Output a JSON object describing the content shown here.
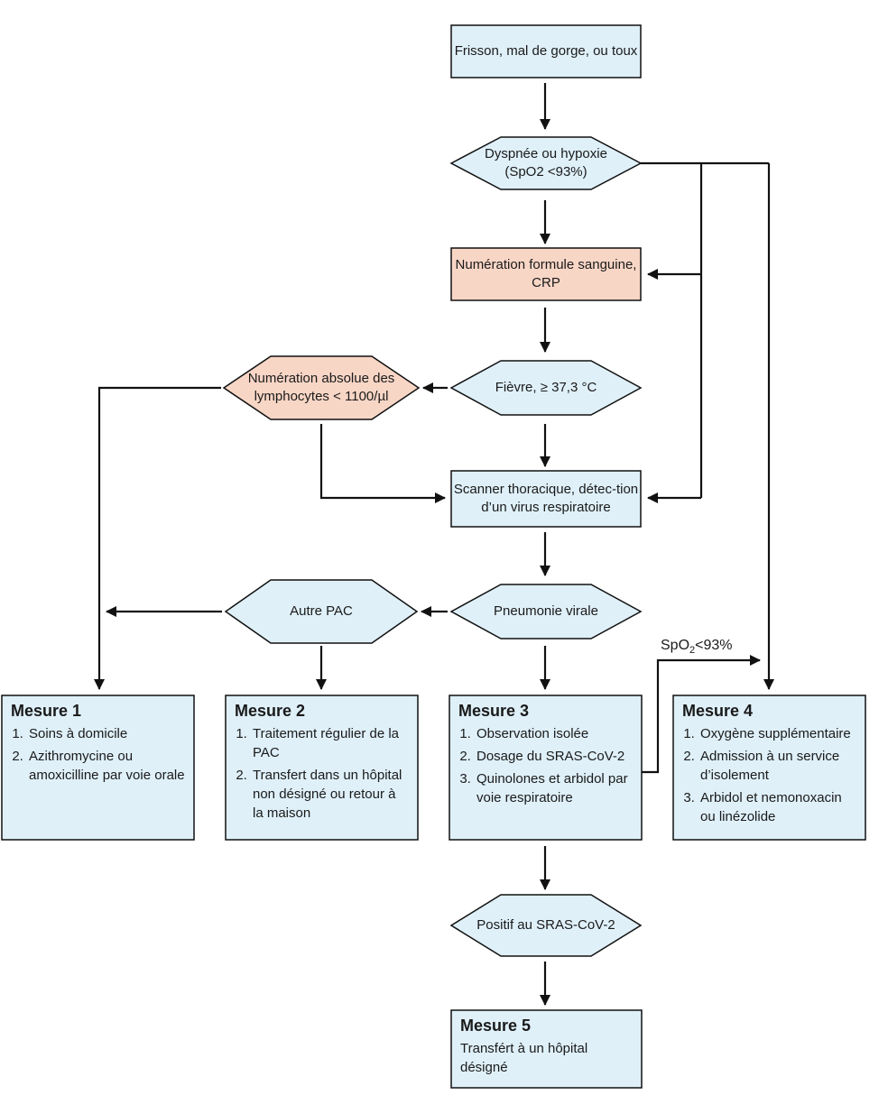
{
  "colors": {
    "blue_fill": "#dff0f9",
    "orange_fill": "#f8d6c6",
    "stroke": "#111111"
  },
  "nodes": {
    "symptoms": "Frisson, mal de gorge, ou toux",
    "dyspnea": "Dyspnée ou hypoxie (SpO2 <93%)",
    "blood_count": "Numération formule sanguine, CRP",
    "lymphocytes": "Numération absolue des lymphocytes < 1100/µl",
    "fever": "Fièvre, ≥ 37,3 °C",
    "ct_scan": "Scanner thoracique, détec-tion d’un virus respiratoire",
    "other_cap": "Autre PAC",
    "viral_pneumonia": "Pneumonie virale",
    "positive_sars": "Positif au SRAS-CoV-2"
  },
  "edge_label": {
    "prefix": "SpO",
    "sub": "2",
    "suffix": "<93%"
  },
  "measures": [
    {
      "title": "Mesure 1",
      "items": [
        "Soins à domicile",
        "Azithromycine ou amoxicilline par voie orale"
      ]
    },
    {
      "title": "Mesure 2",
      "items": [
        "Traitement régulier de la PAC",
        "Transfert dans un hôpital non désigné ou retour à la maison"
      ]
    },
    {
      "title": "Mesure 3",
      "items": [
        "Observation isolée",
        "Dosage du SRAS-CoV-2",
        "Quinolones et arbidol par voie respiratoire"
      ]
    },
    {
      "title": "Mesure 4",
      "items": [
        "Oxygène supplémentaire",
        "Admission à un service d’isolement",
        "Arbidol et nemonoxacin ou linézolide"
      ]
    },
    {
      "title": "Mesure 5",
      "text": "Transfért à un hôpital désigné"
    }
  ]
}
